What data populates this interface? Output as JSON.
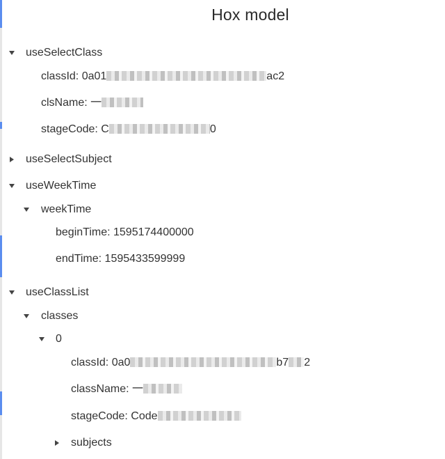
{
  "title": "Hox model",
  "tree": {
    "useSelectClass": {
      "label": "useSelectClass",
      "classId_key": "classId:",
      "classId_prefix": "0a01",
      "classId_suffix": "ac2",
      "clsName_key": "clsName:",
      "clsName_prefix": "一",
      "stageCode_key": "stageCode:",
      "stageCode_prefix": "C",
      "stageCode_suffix": "0"
    },
    "useSelectSubject": {
      "label": "useSelectSubject"
    },
    "useWeekTime": {
      "label": "useWeekTime",
      "weekTime": {
        "label": "weekTime",
        "beginTime": "beginTime: 1595174400000",
        "endTime": "endTime: 1595433599999"
      }
    },
    "useClassList": {
      "label": "useClassList",
      "classes": {
        "label": "classes",
        "item0": {
          "label": "0",
          "classId_key": "classId:",
          "classId_prefix": "0a0",
          "classId_suffix": "b7",
          "classId_tail": "2",
          "className_key": "className:",
          "className_prefix": "一",
          "stageCode_key": "stageCode:",
          "stageCode_prefix": "Code",
          "subjects": "subjects"
        }
      }
    }
  },
  "colors": {
    "text": "#333333",
    "title": "#2a2a2a",
    "edge_accent": "#5b8def"
  }
}
